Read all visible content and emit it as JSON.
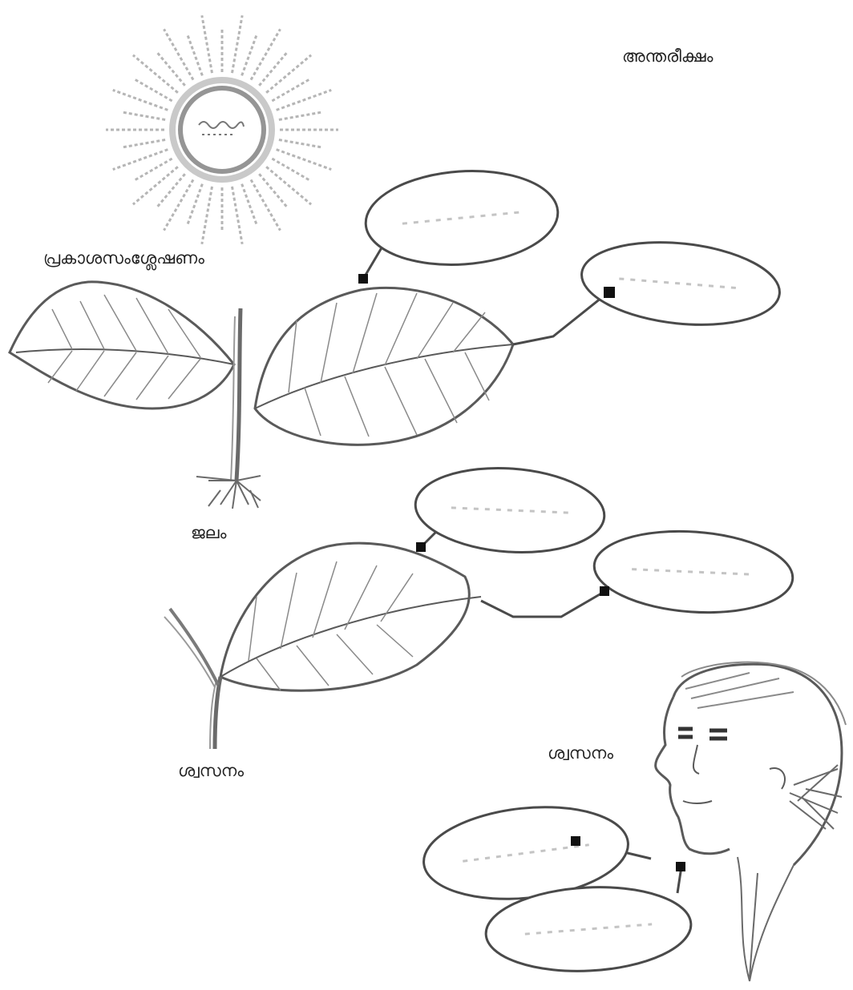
{
  "labels": {
    "atmosphere": "അന്തരീക്ഷം",
    "photosynthesis": "പ്രകാശസംശ്ലേഷണം",
    "water": "ജലം",
    "respiration_plant": "ശ്വസനം",
    "respiration_human": "ശ്വസനം"
  },
  "blank_ovals": [
    {
      "id": "oval-photosynthesis-1"
    },
    {
      "id": "oval-photosynthesis-2"
    },
    {
      "id": "oval-plant-resp-1"
    },
    {
      "id": "oval-plant-resp-2"
    },
    {
      "id": "oval-human-resp-1"
    },
    {
      "id": "oval-human-resp-2"
    }
  ],
  "colors": {
    "line": "#5a5a5a",
    "faint": "#9a9a9a",
    "dot": "#111111"
  }
}
